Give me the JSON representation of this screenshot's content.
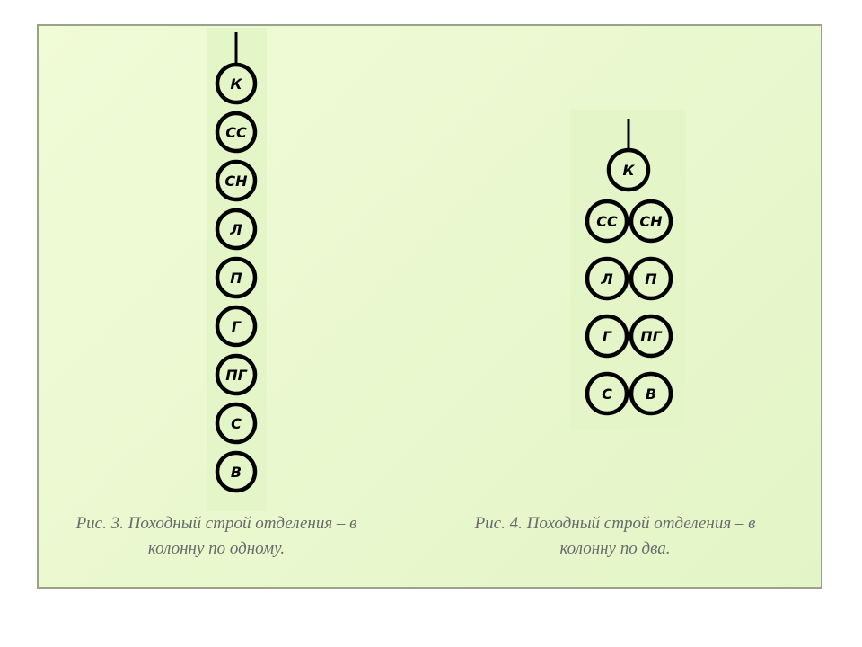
{
  "figure_1": {
    "nodes": [
      "К",
      "СС",
      "СН",
      "Л",
      "П",
      "Г",
      "ПГ",
      "С",
      "В"
    ],
    "caption_line_1": "Рис. 3. Походный строй отделения – в",
    "caption_line_2": "колонну по одному."
  },
  "figure_2": {
    "head": "К",
    "rows": [
      [
        "СС",
        "СН"
      ],
      [
        "Л",
        "П"
      ],
      [
        "Г",
        "ПГ"
      ],
      [
        "С",
        "В"
      ]
    ],
    "caption_line_1": "Рис. 4. Походный строй отделения – в",
    "caption_line_2": "колонну по два."
  },
  "colors": {
    "background": "#eaf8cf",
    "strip": "#e4f6c8",
    "border": "#9aa28c",
    "stroke": "#000000",
    "caption_text": "#6a6a6a"
  }
}
